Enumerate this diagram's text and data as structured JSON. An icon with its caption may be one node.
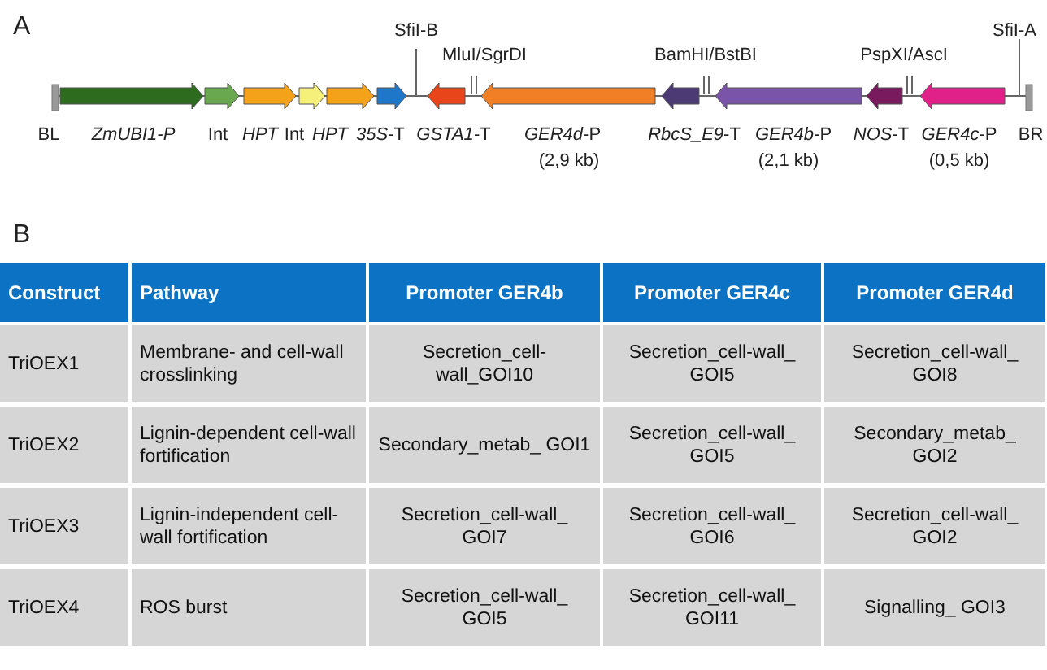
{
  "diagram": {
    "labels": [
      "A",
      "SfiI-B",
      "MluI/SgrDI",
      "BamHI/BstBI",
      "PspXI/AscI",
      "SfiI-A",
      "BL",
      "ZmUBI1-P",
      "Int",
      "HPT",
      "Int",
      "HPT",
      "*35S*-T",
      "*GSTA1*-T",
      "*GER4d*-P",
      "(2,9 kb)",
      "*RbcS_E9*-T",
      "*GER4b*-P",
      "(2,1 kb)",
      "*NOS*-T",
      "*GER4c*-P",
      "(0,5 kb)",
      "BR",
      "B",
      "Construct",
      "Pathway",
      "Promoter GER4b",
      "Promoter GER4c",
      "Promoter GER4d",
      "TriOEX1",
      "Membrane- and cell-wall crosslinking",
      "Secretion_cell-wall_GOI10",
      "Secretion_cell-wall_ GOI5",
      "Secretion_cell-wall_ GOI8",
      "TriOEX2",
      "Lignin-dependent cell-wall fortification",
      "Secondary_metab_ GOI1",
      "Secretion_cell-wall_ GOI5",
      "Secondary_metab_ GOI2",
      "TriOEX3",
      "Lignin-independent cell-wall fortification",
      "Secretion_cell-wall_ GOI7",
      "Secretion_cell-wall_ GOI6",
      "Secretion_cell-wall_ GOI2",
      "TriOEX4",
      "ROS burst",
      "Secretion_cell-wall_ GOI5",
      "Secretion_cell-wall_ GOI11",
      "Signalling_ GOI3"
    ]
  }
}
